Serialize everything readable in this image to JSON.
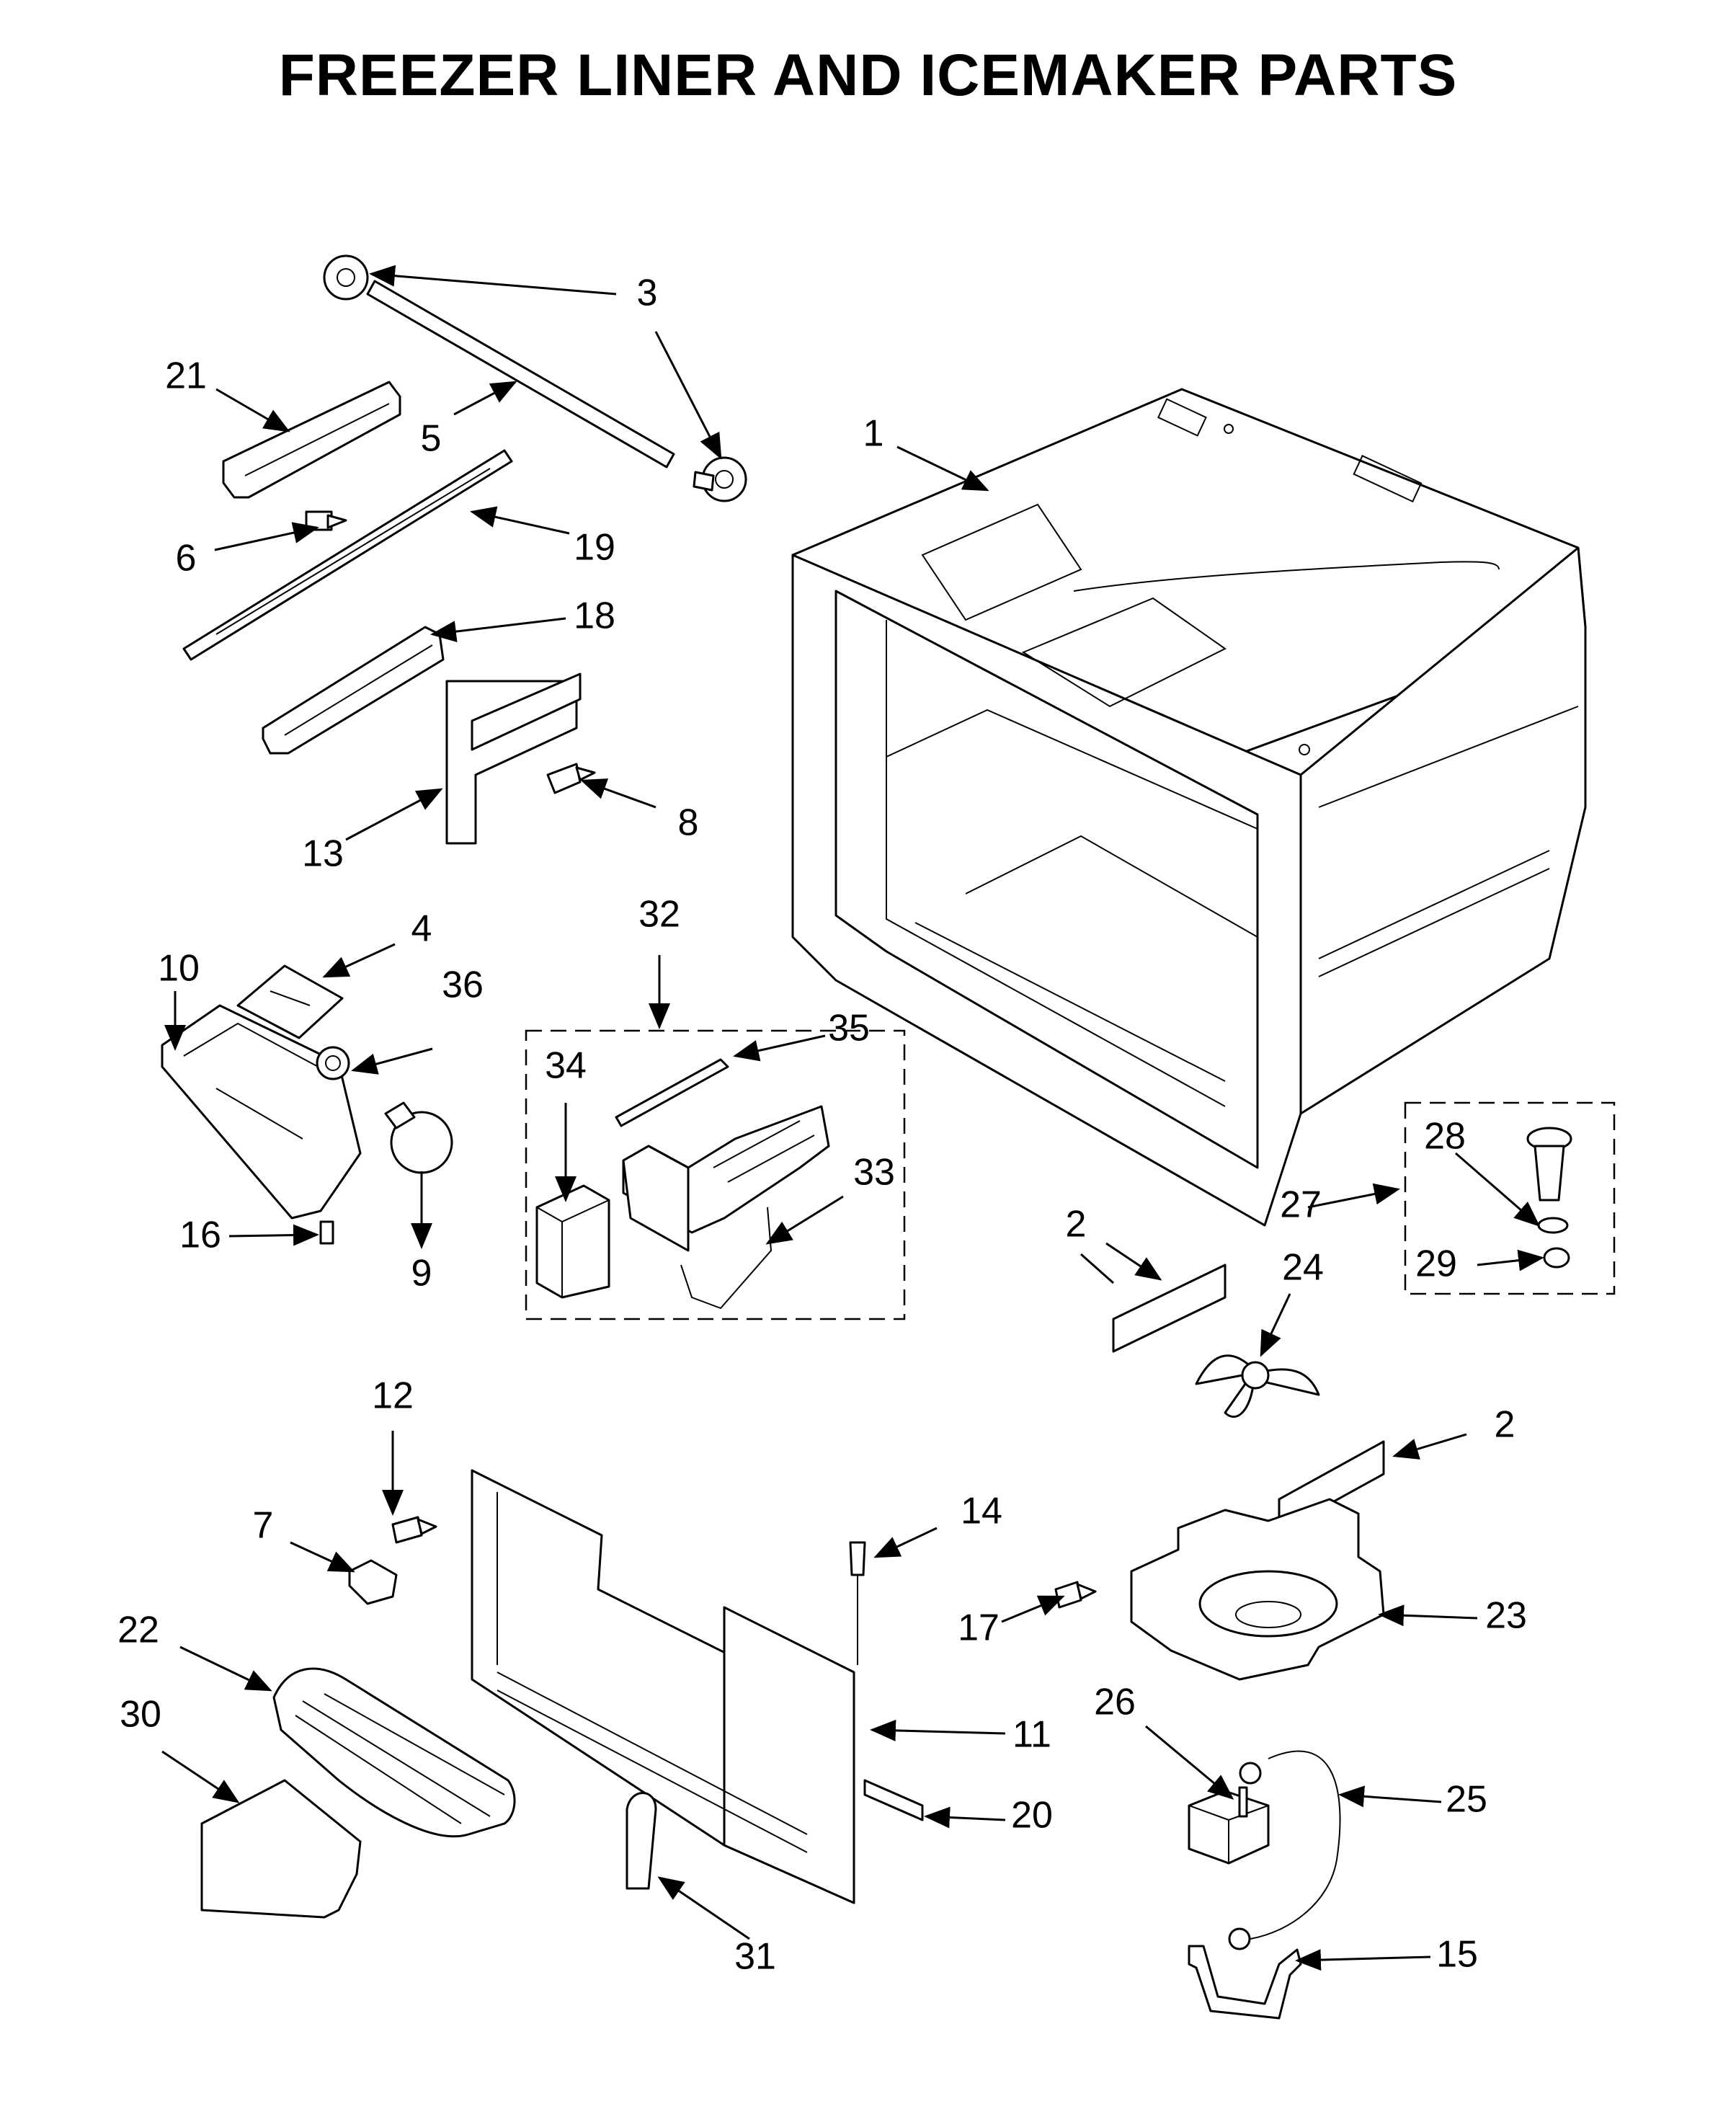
{
  "title": "FREEZER LINER AND ICEMAKER PARTS",
  "callouts": {
    "c1": "1",
    "c2a": "2",
    "c2b": "2",
    "c3": "3",
    "c4": "4",
    "c5": "5",
    "c6": "6",
    "c7": "7",
    "c8": "8",
    "c9": "9",
    "c10": "10",
    "c11": "11",
    "c12": "12",
    "c13": "13",
    "c14": "14",
    "c15": "15",
    "c16": "16",
    "c17": "17",
    "c18": "18",
    "c19": "19",
    "c20": "20",
    "c21": "21",
    "c22": "22",
    "c23": "23",
    "c24": "24",
    "c25": "25",
    "c26": "26",
    "c27": "27",
    "c28": "28",
    "c29": "29",
    "c30": "30",
    "c31": "31",
    "c32": "32",
    "c33": "33",
    "c34": "34",
    "c35": "35",
    "c36": "36"
  }
}
